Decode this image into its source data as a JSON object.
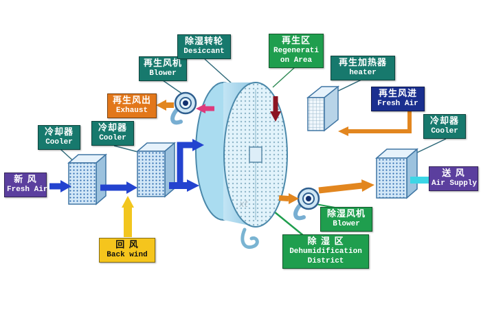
{
  "title": "Desiccant wheel dehumidification system diagram",
  "watermark": "xt",
  "colors": {
    "teal_label": "#17796d",
    "green_label": "#1f9e4e",
    "purple_label": "#5b3f9e",
    "blue_label": "#1a2f8f",
    "orange_label": "#e2771a",
    "yellow_label": "#f5c51d",
    "blue_arrow": "#2343cf",
    "orange_arrow": "#e2861f",
    "yellow_arrow": "#f2c61e",
    "cyan_arrow": "#3cd6e6",
    "dark_red_arrow": "#8c1422",
    "magenta_arrow": "#de3a7c"
  },
  "labels": {
    "fresh_air_in": {
      "zh": "新 风",
      "en": "Fresh Air"
    },
    "cooler_left_1": {
      "zh": "冷却器",
      "en": "Cooler"
    },
    "cooler_left_2": {
      "zh": "冷却器",
      "en": "Cooler"
    },
    "back_wind": {
      "zh": "回 风",
      "en": "Back wind"
    },
    "regen_blower": {
      "zh": "再生风机",
      "en": "Blower"
    },
    "exhaust": {
      "zh": "再生风出",
      "en": "Exhaust"
    },
    "desiccant_wheel": {
      "zh": "除湿转轮",
      "en": "Desiccant"
    },
    "regen_area": {
      "zh": "再生区",
      "en1": "Regenerati",
      "en2": "on Area"
    },
    "regen_heater": {
      "zh": "再生加热器",
      "en": "heater"
    },
    "regen_fresh_air": {
      "zh": "再生风进",
      "en": "Fresh Air"
    },
    "cooler_right": {
      "zh": "冷却器",
      "en": "Cooler"
    },
    "air_supply": {
      "zh": "送 风",
      "en": "Air Supply"
    },
    "dehum_blower": {
      "zh": "除湿风机",
      "en": "Blower"
    },
    "dehum_district": {
      "zh": "除 湿 区",
      "en1": "Dehumidification",
      "en2": "District"
    }
  }
}
